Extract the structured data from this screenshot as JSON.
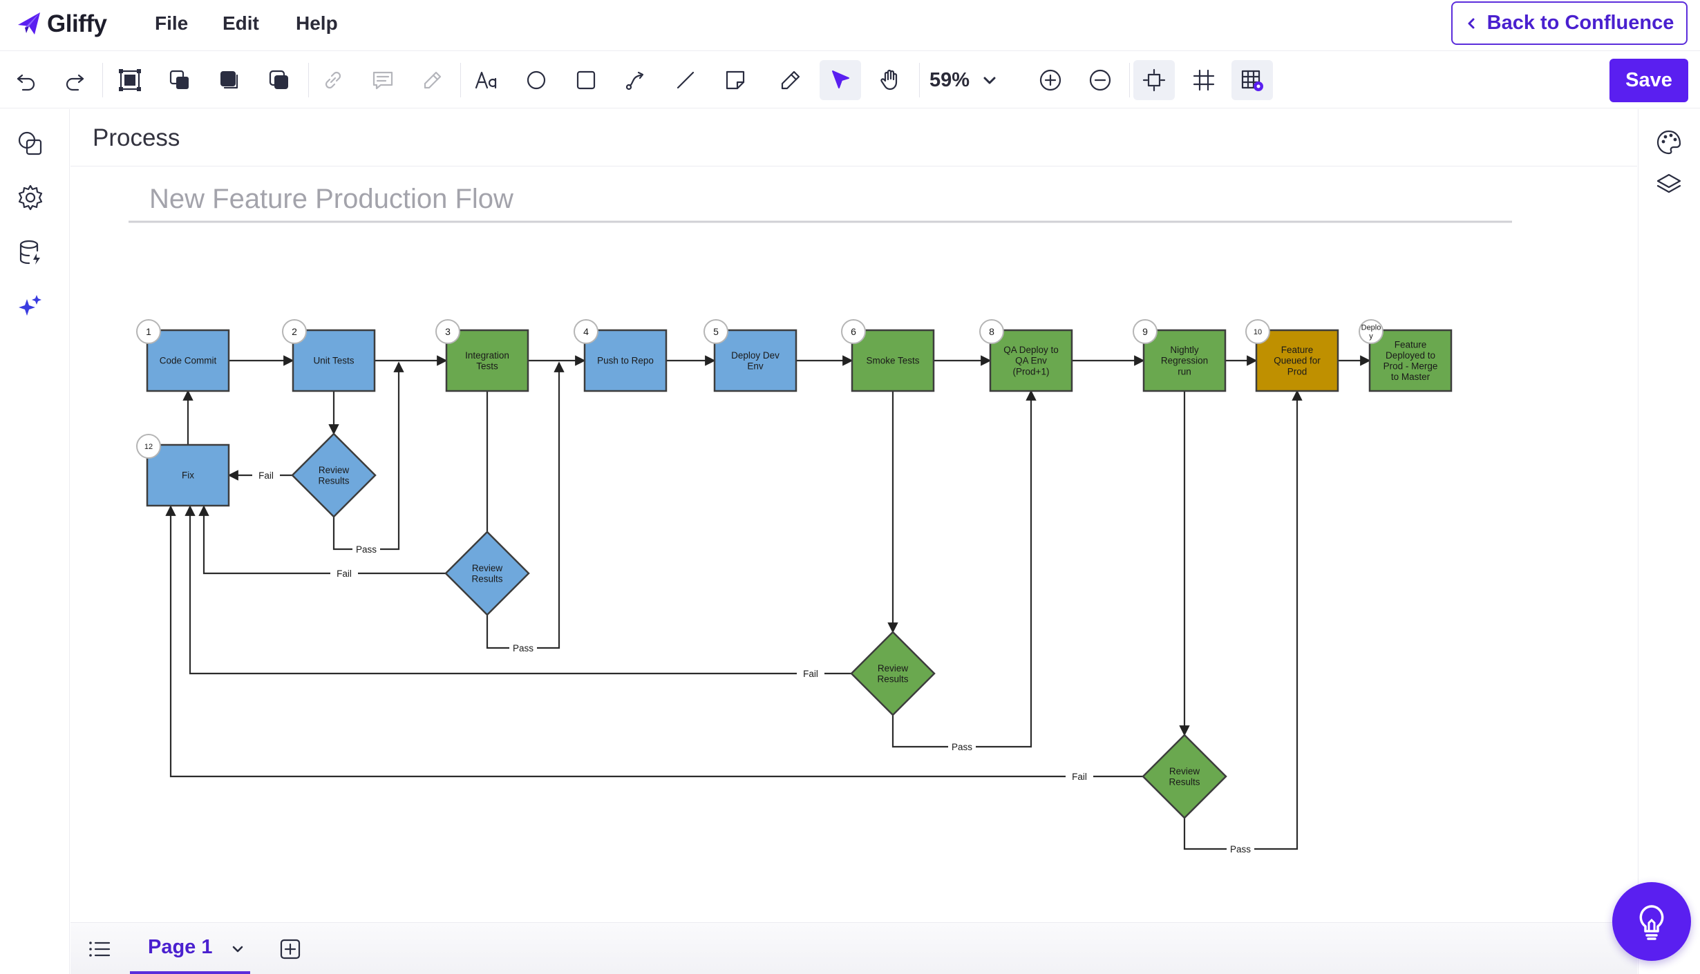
{
  "app": {
    "name": "Gliffy",
    "menu": [
      "File",
      "Edit",
      "Help"
    ],
    "back_label": "Back to Confluence",
    "save_label": "Save",
    "zoom": "59%",
    "brand_color": "#5a1ff0"
  },
  "document": {
    "section": "Process",
    "diagram_title": "New Feature Production Flow"
  },
  "pages": {
    "current": "Page 1"
  },
  "diagram": {
    "nodes": [
      {
        "id": "n1",
        "label": "Code Commit",
        "badge": "1",
        "shape": "rect",
        "color": "#6fa8dc"
      },
      {
        "id": "n2",
        "label": "Unit Tests",
        "badge": "2",
        "shape": "rect",
        "color": "#6fa8dc"
      },
      {
        "id": "n3",
        "label": "Integration\nTests",
        "badge": "3",
        "shape": "rect",
        "color": "#6aa84f"
      },
      {
        "id": "n4",
        "label": "Push to Repo",
        "badge": "4",
        "shape": "rect",
        "color": "#6fa8dc"
      },
      {
        "id": "n5",
        "label": "Deploy Dev\nEnv",
        "badge": "5",
        "shape": "rect",
        "color": "#6fa8dc"
      },
      {
        "id": "n6",
        "label": "Smoke Tests",
        "badge": "6",
        "shape": "rect",
        "color": "#6aa84f"
      },
      {
        "id": "n8",
        "label": "QA Deploy to\nQA Env\n(Prod+1)",
        "badge": "8",
        "shape": "rect",
        "color": "#6aa84f"
      },
      {
        "id": "n9",
        "label": "Nightly\nRegression\nrun",
        "badge": "9",
        "shape": "rect",
        "color": "#6aa84f"
      },
      {
        "id": "n10",
        "label": "Feature\nQueued for\nProd",
        "badge": "10",
        "shape": "rect",
        "color": "#bf9000"
      },
      {
        "id": "n11",
        "label": "Feature\nDeployed to\nProd - Merge\nto Master",
        "badge": "Deplo\ny",
        "shape": "rect",
        "color": "#6aa84f"
      },
      {
        "id": "n12",
        "label": "Fix",
        "badge": "12",
        "shape": "rect",
        "color": "#6fa8dc"
      },
      {
        "id": "d1",
        "label": "Review\nResults",
        "shape": "diamond",
        "color": "#6fa8dc"
      },
      {
        "id": "d2",
        "label": "Review\nResults",
        "shape": "diamond",
        "color": "#6fa8dc"
      },
      {
        "id": "d3",
        "label": "Review\nResults",
        "shape": "diamond",
        "color": "#6aa84f"
      },
      {
        "id": "d4",
        "label": "Review\nResults",
        "shape": "diamond",
        "color": "#6aa84f"
      }
    ],
    "edges": [
      {
        "from": "n1",
        "to": "n2",
        "label": ""
      },
      {
        "from": "n2",
        "to": "n3",
        "label": ""
      },
      {
        "from": "n3",
        "to": "n4",
        "label": ""
      },
      {
        "from": "n4",
        "to": "n5",
        "label": ""
      },
      {
        "from": "n5",
        "to": "n6",
        "label": ""
      },
      {
        "from": "n6",
        "to": "n8",
        "label": ""
      },
      {
        "from": "n8",
        "to": "n9",
        "label": ""
      },
      {
        "from": "n9",
        "to": "n10",
        "label": ""
      },
      {
        "from": "n10",
        "to": "n11",
        "label": ""
      },
      {
        "from": "n2",
        "to": "d1",
        "label": ""
      },
      {
        "from": "d1",
        "to": "n12",
        "label": "Fail"
      },
      {
        "from": "d1",
        "to": "n2",
        "label": "Pass"
      },
      {
        "from": "n3",
        "to": "d2",
        "label": ""
      },
      {
        "from": "d2",
        "to": "n12",
        "label": "Fail"
      },
      {
        "from": "d2",
        "to": "n4",
        "label": "Pass"
      },
      {
        "from": "n6",
        "to": "d3",
        "label": ""
      },
      {
        "from": "d3",
        "to": "n12",
        "label": "Fail"
      },
      {
        "from": "d3",
        "to": "n8",
        "label": "Pass"
      },
      {
        "from": "n9",
        "to": "d4",
        "label": ""
      },
      {
        "from": "d4",
        "to": "n12",
        "label": "Fail"
      },
      {
        "from": "d4",
        "to": "n10",
        "label": "Pass"
      },
      {
        "from": "n12",
        "to": "n1",
        "label": ""
      }
    ]
  }
}
